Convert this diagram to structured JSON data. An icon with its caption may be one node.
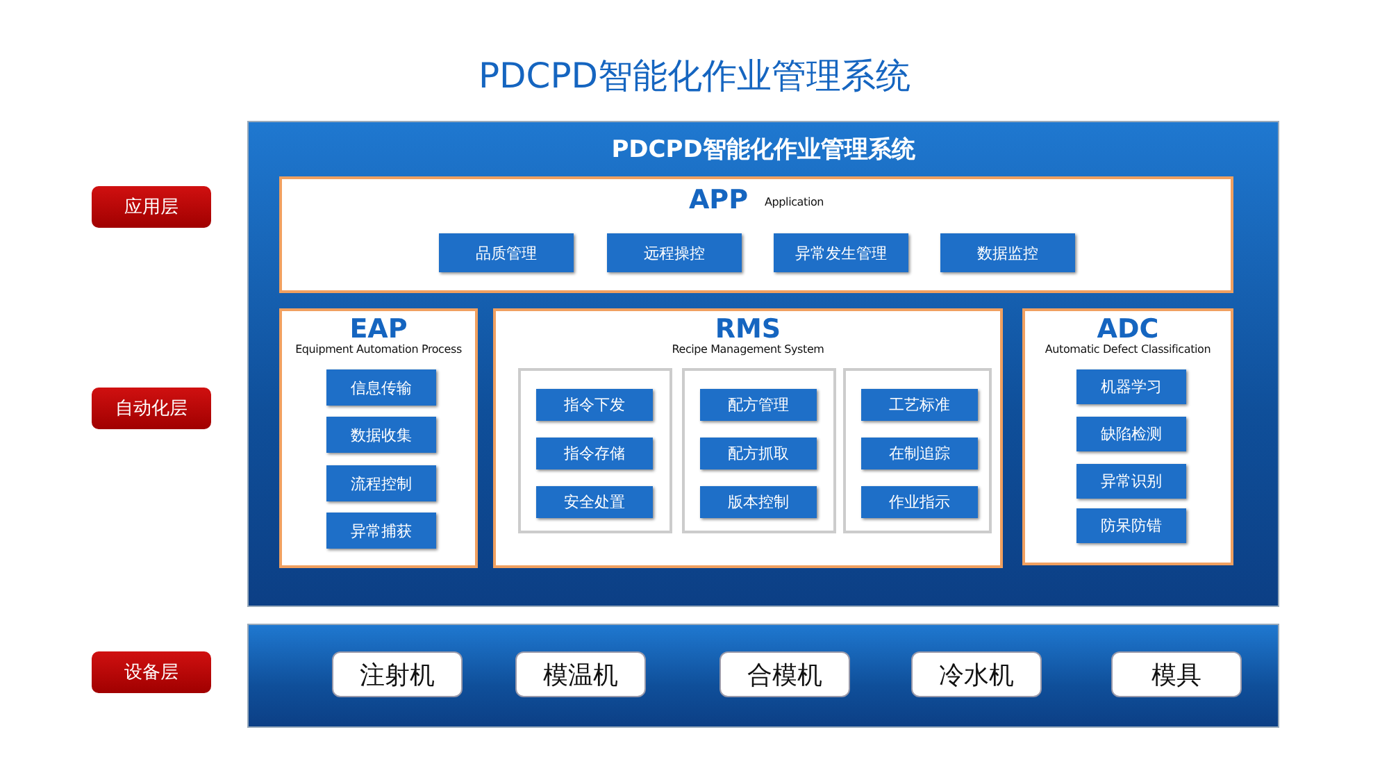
{
  "diagram": {
    "title": "PDCPD智能化作业管理系统",
    "nodes": [
      {
        "text": [
          "PDCPD智能化作业管理系统"
        ]
      },
      {
        "text": [
          "APP",
          "Application"
        ],
        "in": 0
      },
      {
        "text": [
          "品质管理"
        ],
        "in": 1
      },
      {
        "text": [
          "远程操控"
        ],
        "in": 1
      },
      {
        "text": [
          "异常发生管理"
        ],
        "in": 1
      },
      {
        "text": [
          "数据监控"
        ],
        "in": 1
      },
      {
        "text": [
          "EAP",
          "Equipment Automation Process"
        ],
        "in": 0
      },
      {
        "text": [
          "信息传输"
        ],
        "in": 6
      },
      {
        "text": [
          "数据收集"
        ],
        "in": 6
      },
      {
        "text": [
          "流程控制"
        ],
        "in": 6
      },
      {
        "text": [
          "异常捕获"
        ],
        "in": 6
      },
      {
        "text": [
          "RMS",
          "Recipe Management System"
        ],
        "in": 0
      },
      {
        "text": [],
        "shape": "box",
        "in": 11
      },
      {
        "text": [
          "指令下发"
        ],
        "in": 12
      },
      {
        "text": [
          "指令存储"
        ],
        "in": 12
      },
      {
        "text": [
          "安全处置"
        ],
        "in": 12
      },
      {
        "text": [],
        "shape": "box",
        "in": 11
      },
      {
        "text": [
          "配方管理"
        ],
        "in": 16
      },
      {
        "text": [
          "配方抓取"
        ],
        "in": 16
      },
      {
        "text": [
          "版本控制"
        ],
        "in": 16
      },
      {
        "text": [],
        "shape": "box",
        "in": 11
      },
      {
        "text": [
          "工艺标准"
        ],
        "in": 20
      },
      {
        "text": [
          "在制追踪"
        ],
        "in": 20
      },
      {
        "text": [
          "作业指示"
        ],
        "in": 20
      },
      {
        "text": [
          "ADC",
          "Automatic Defect Classification"
        ],
        "in": 0
      },
      {
        "text": [
          "机器学习"
        ],
        "in": 24
      },
      {
        "text": [
          "缺陷检测"
        ],
        "in": 24
      },
      {
        "text": [
          "异常识别"
        ],
        "in": 24
      },
      {
        "text": [
          "防呆防错"
        ],
        "in": 24
      },
      {
        "text": [],
        "shape": "box"
      },
      {
        "text": [
          "注射机"
        ],
        "in": 29
      },
      {
        "text": [
          "模温机"
        ],
        "in": 29
      },
      {
        "text": [
          "合模机"
        ],
        "in": 29
      },
      {
        "text": [
          "冷水机"
        ],
        "in": 29
      },
      {
        "text": [
          "模具"
        ],
        "in": 29
      },
      {
        "text": [
          "应用层"
        ]
      },
      {
        "text": [
          "自动化层"
        ]
      },
      {
        "text": [
          "设备层"
        ]
      }
    ],
    "edges": []
  }
}
